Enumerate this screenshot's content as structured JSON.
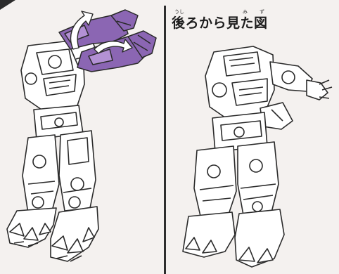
{
  "caption": {
    "text": "後ろから見た図",
    "ruby": [
      "うし",
      "み",
      "ず"
    ]
  },
  "colors": {
    "background": "#f4f1ef",
    "ink": "#2a2a2a",
    "highlight_purple": "#8b66b3",
    "highlight_purple_light": "#b391d4",
    "divider": "#2e2e2e"
  },
  "icons": {
    "rotate_arrow_upper": "curved-arrow-icon",
    "rotate_arrow_lower": "curved-arrow-icon"
  }
}
